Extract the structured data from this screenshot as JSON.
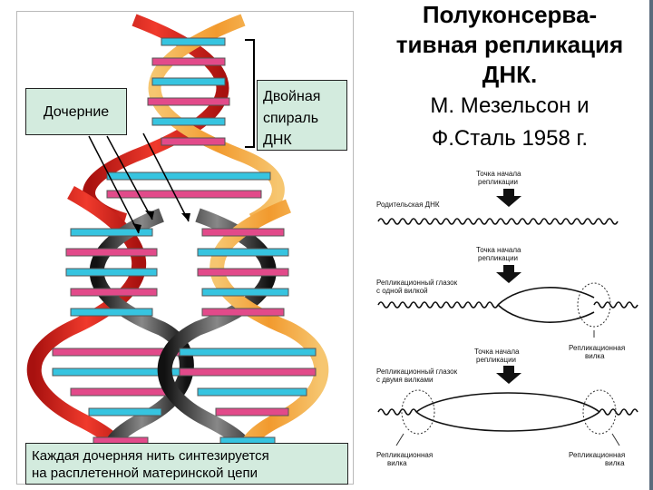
{
  "labels": {
    "daughter": "Дочерние",
    "helix_line1": "Двойная",
    "helix_line2": "спираль",
    "helix_line3": "ДНК",
    "caption_line1": "Каждая дочерняя нить синтезируется",
    "caption_line2": "на расплетенной материнской цепи"
  },
  "title": {
    "line1": "Полуконсерва-",
    "line2": "тивная репликация",
    "line3": "ДНК.",
    "line4": "М. Мезельсон   и",
    "line5": "Ф.Сталь  1958 г."
  },
  "schematic": {
    "origin_top_1": "Точка начала",
    "origin_top_2": "репликации",
    "parent_dna": "Родительская ДНК",
    "origin_mid_1": "Точка начала",
    "origin_mid_2": "репликации",
    "bubble_one_1": "Репликационный глазок",
    "bubble_one_2": "с одной вилкой",
    "fork_1": "Репликационная",
    "fork_2": "вилка",
    "origin_low_1": "Точка начала",
    "origin_low_2": "репликации",
    "bubble_two_1": "Репликационный глазок",
    "bubble_two_2": "с двумя вилками",
    "fork_bl_1": "Репликационная",
    "fork_bl_2": "вилка",
    "fork_br_1": "Репликационная",
    "fork_br_2": "вилка"
  },
  "colors": {
    "helix_red": "#d8221f",
    "helix_orange": "#f2a23a",
    "helix_black": "#222222",
    "base_cyan": "#36c4e0",
    "base_pink": "#e24a8a",
    "label_green": "#d3ebde"
  }
}
